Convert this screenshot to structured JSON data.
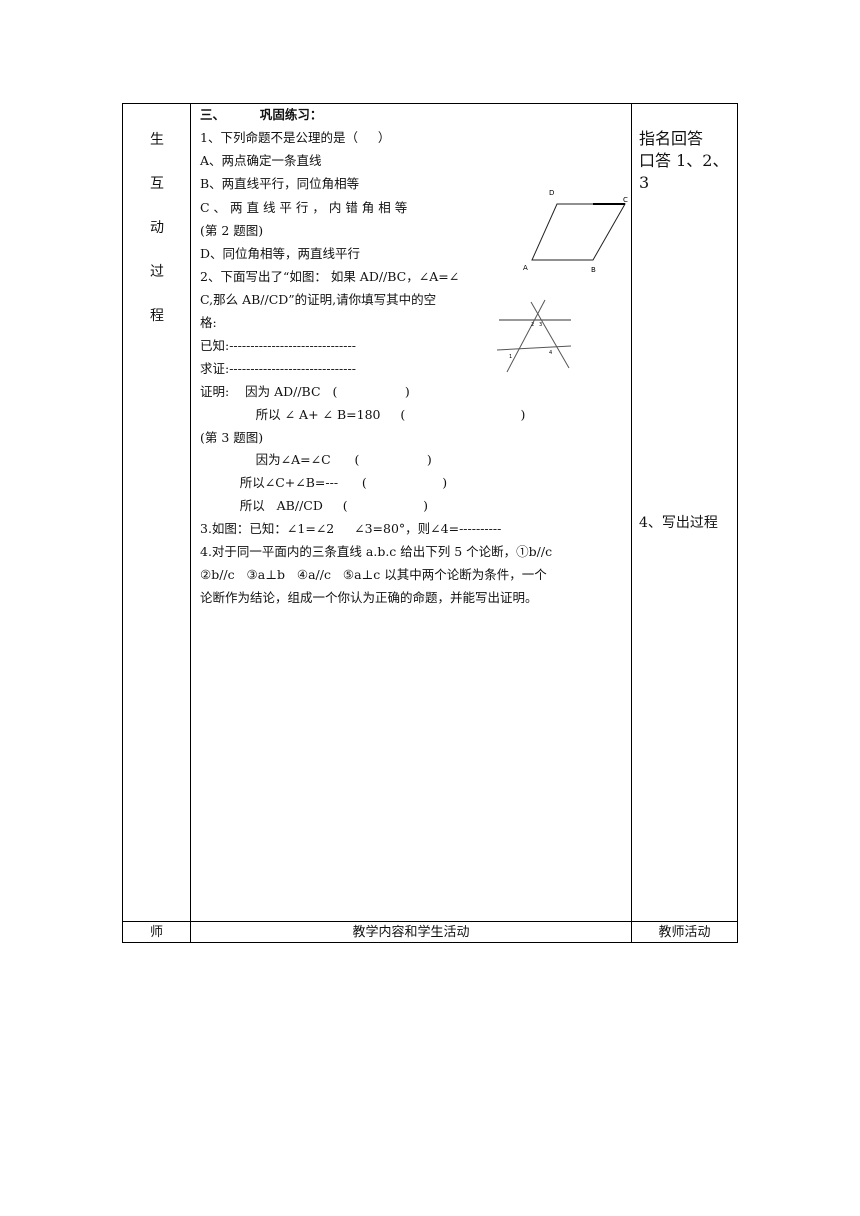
{
  "left_column": [
    "生",
    "互",
    "动",
    "过",
    "程"
  ],
  "main": {
    "section_title": "三、        巩固练习：",
    "lines": [
      "1、下列命题不是公理的是（     ）",
      "A、两点确定一条直线",
      "B、两直线平行，同位角相等",
      "C 、 两 直 线 平 行 ， 内 错 角 相 等",
      "(第 2 题图)",
      "D、同位角相等，两直线平行",
      "2、下面写出了“如图： 如果 AD//BC，∠A=∠",
      "C,那么 AB//CD”的证明,请你填写其中的空",
      "格:",
      "已知:------------------------------",
      "求证:------------------------------",
      "证明:    因为 AD//BC   (                 )",
      "              所以 ∠ A+ ∠ B=180     (                             )",
      "(第 3 题图)",
      "              因为∠A=∠C      (                 )",
      "          所以∠C+∠B=---      (                   )",
      "          所以   AB//CD     (                   )",
      "3.如图：已知：∠1=∠2     ∠3=80°，则∠4=----------",
      "4.对于同一平面内的三条直线 a.b.c 给出下列 5 个论断，①b//c",
      "②b//c   ③a⊥b   ④a//c   ⑤a⊥c 以其中两个论断为条件，一个",
      "论断作为结论，组成一个你认为正确的命题，并能写出证明。"
    ]
  },
  "fig2": {
    "labels": [
      "D",
      "C",
      "A",
      "B"
    ]
  },
  "fig3": {
    "labels": [
      "1",
      "2",
      "3",
      "4"
    ]
  },
  "right_column": {
    "note1_line1": "指名回答",
    "note1_line2": "口答 1、2、",
    "note1_line3": "3",
    "note2": "4、写出过程"
  },
  "footer": {
    "col1": "师",
    "col2": "教学内容和学生活动",
    "col3": "教师活动"
  }
}
